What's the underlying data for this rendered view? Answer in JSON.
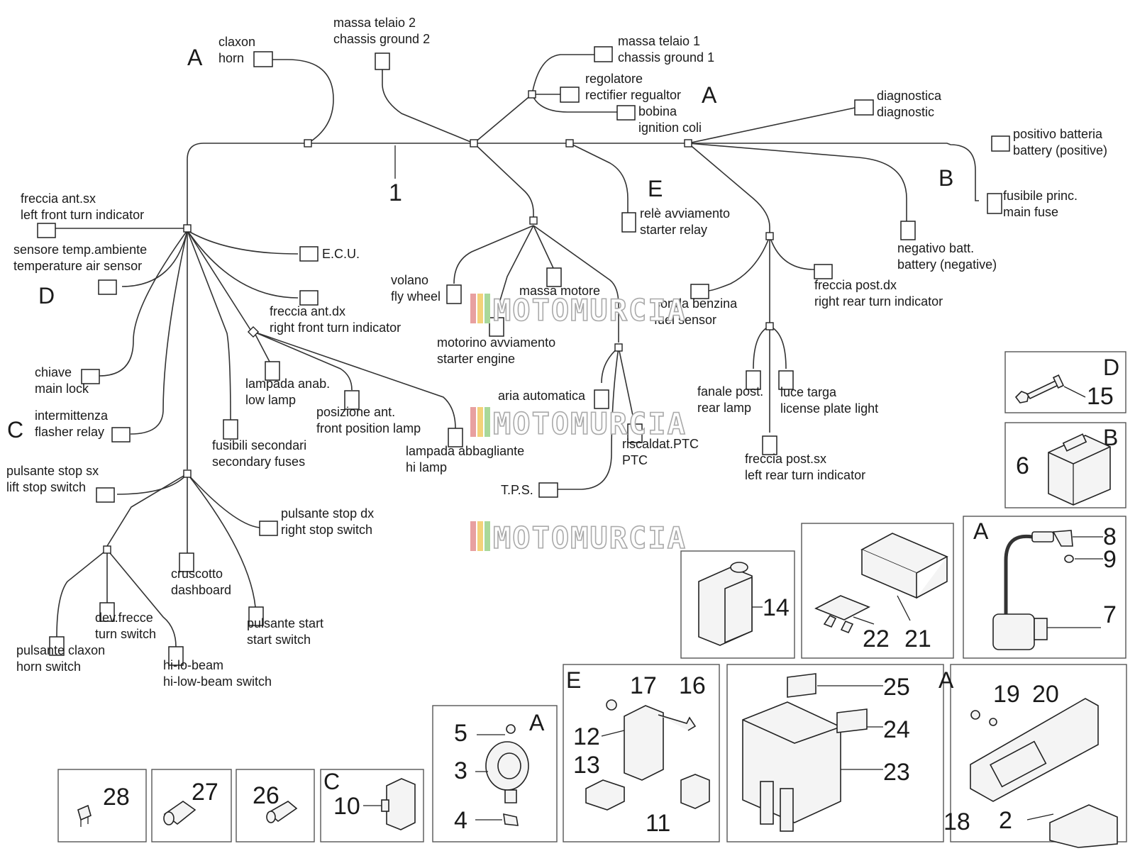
{
  "harness_number": "1",
  "zone_letters": {
    "horn_A": "A",
    "coil_A": "A",
    "battery_B": "B",
    "starter_E": "E",
    "sensor_D": "D",
    "lock_C": "C"
  },
  "labels": {
    "claxon": [
      "claxon",
      "horn"
    ],
    "chassis2": [
      "massa telaio 2",
      "chassis ground 2"
    ],
    "chassis1": [
      "massa telaio 1",
      "chassis ground 1"
    ],
    "regulator": [
      "regolatore",
      "rectifier regualtor"
    ],
    "coil": [
      "bobina",
      "ignition coli"
    ],
    "diagnostic": [
      "diagnostica",
      "diagnostic"
    ],
    "battery_pos": [
      "positivo batteria",
      "battery (positive)"
    ],
    "main_fuse": [
      "fusibile princ.",
      "main fuse"
    ],
    "battery_neg": [
      "negativo batt.",
      "battery (negative)"
    ],
    "left_front_turn": [
      "freccia ant.sx",
      "left front turn indicator"
    ],
    "air_sensor": [
      "sensore temp.ambiente",
      "temperature air sensor"
    ],
    "ecu": [
      "E.C.U."
    ],
    "right_front_turn": [
      "freccia ant.dx",
      "right front turn indicator"
    ],
    "starter_relay": [
      "relè avviamento",
      "starter relay"
    ],
    "fly_wheel": [
      "volano",
      "fly wheel"
    ],
    "engine_ground": [
      "massa motore"
    ],
    "fuel_sensor": [
      "sonda benzina",
      "fuel sensor"
    ],
    "right_rear_turn": [
      "freccia post.dx",
      "right rear turn indicator"
    ],
    "starter_engine": [
      "motorino avviamento",
      "starter engine"
    ],
    "main_lock": [
      "chiave",
      "main lock"
    ],
    "low_lamp": [
      "lampada anab.",
      "low lamp"
    ],
    "front_position": [
      "posizione ant.",
      "front position lamp"
    ],
    "auto_air": [
      "aria automatica"
    ],
    "flasher": [
      "intermittenza",
      "flasher relay"
    ],
    "secondary_fuses": [
      "fusibili secondari",
      "secondary fuses"
    ],
    "hi_lamp": [
      "lampada abbagliante",
      "hi lamp"
    ],
    "ptc": [
      "riscaldat.PTC",
      "PTC"
    ],
    "rear_lamp": [
      "fanale post.",
      "rear lamp"
    ],
    "license_light": [
      "luce targa",
      "license plate light"
    ],
    "left_rear_turn": [
      "freccia post.sx",
      "left rear turn indicator"
    ],
    "tps": [
      "T.P.S."
    ],
    "left_stop": [
      "pulsante stop sx",
      "lift stop switch"
    ],
    "right_stop": [
      "pulsante stop dx",
      "right stop switch"
    ],
    "dashboard": [
      "cruscotto",
      "dashboard"
    ],
    "turn_switch": [
      "dev.frecce",
      "turn switch"
    ],
    "horn_switch": [
      "pulsante claxon",
      "horn switch"
    ],
    "start_switch": [
      "pulsante start",
      "start switch"
    ],
    "hilo_switch": [
      "hi-lo-beam",
      "hi-low-beam switch"
    ]
  },
  "watermark": "MOTOMURCIA",
  "watermark_colors": [
    "#e8a0a0",
    "#f3d27a",
    "#a9d89a"
  ],
  "panels": {
    "p15": {
      "letter": "D",
      "nums": [
        "15"
      ]
    },
    "p6": {
      "letter": "B",
      "nums": [
        "6"
      ]
    },
    "p14": {
      "nums": [
        "14"
      ]
    },
    "p21": {
      "nums": [
        "22",
        "21"
      ]
    },
    "pA1": {
      "letter": "A",
      "nums": [
        "8",
        "9",
        "7"
      ]
    },
    "pE": {
      "letter": "E",
      "nums": [
        "17",
        "16",
        "12",
        "13",
        "11"
      ]
    },
    "p23": {
      "nums": [
        "25",
        "24",
        "23"
      ]
    },
    "pA2": {
      "letter": "A",
      "nums": [
        "19",
        "20",
        "18",
        "2"
      ]
    },
    "pA3": {
      "letter": "A",
      "nums": [
        "5",
        "3",
        "4"
      ]
    },
    "pC": {
      "letter": "C",
      "nums": [
        "10"
      ]
    },
    "p26": {
      "nums": [
        "26"
      ]
    },
    "p27": {
      "nums": [
        "27"
      ]
    },
    "p28": {
      "nums": [
        "28"
      ]
    }
  }
}
